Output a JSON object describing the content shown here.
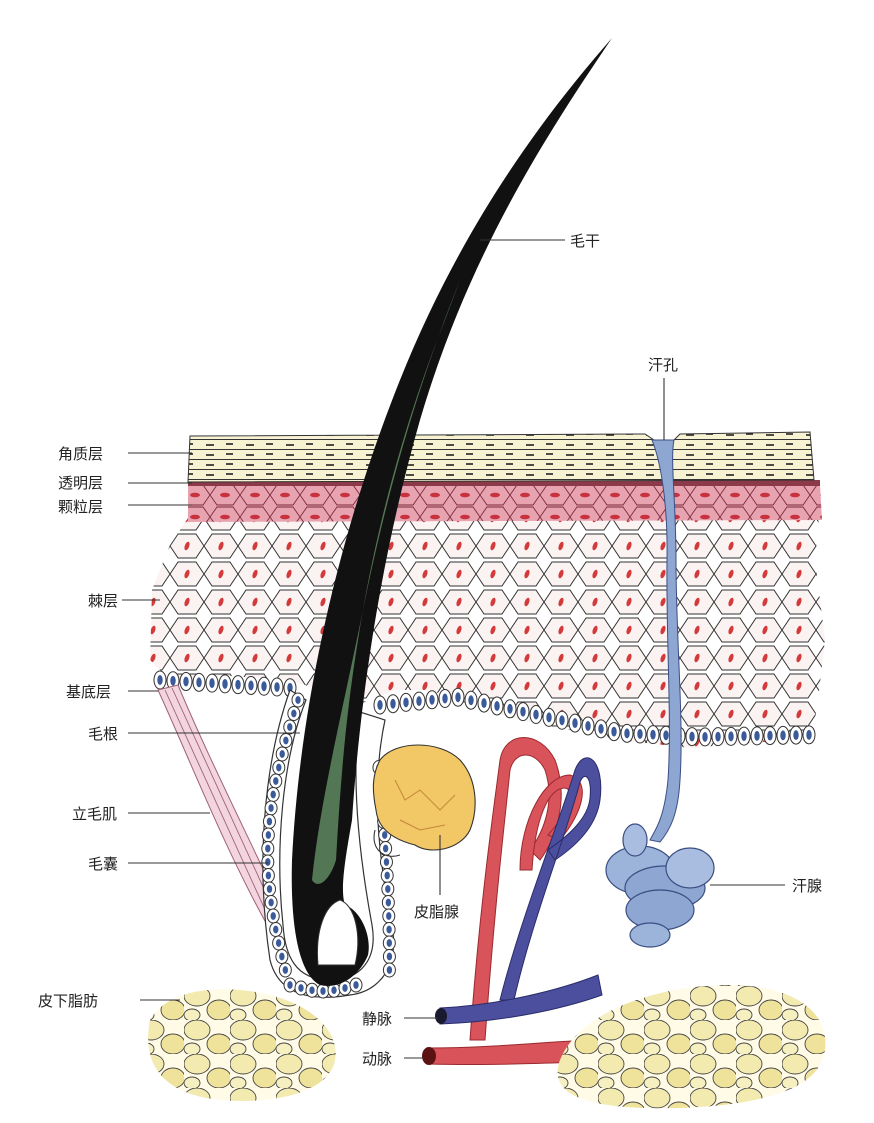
{
  "labels": {
    "hair_shaft": "毛干",
    "sweat_pore": "汗孔",
    "stratum_corneum": "角质层",
    "stratum_lucidum": "透明层",
    "stratum_granulosum": "颗粒层",
    "stratum_spinosum": "棘层",
    "stratum_basale": "基底层",
    "hair_root": "毛根",
    "arrector_pili": "立毛肌",
    "hair_follicle": "毛囊",
    "sebaceous_gland": "皮脂腺",
    "sweat_gland": "汗腺",
    "subcutaneous_fat": "皮下脂肪",
    "vein": "静脉",
    "artery": "动脉"
  },
  "colors": {
    "hair": "#111111",
    "hair_core": "#5f8a62",
    "cornified": "#f3efc8",
    "granular": "#d97f94",
    "spinous_cell_nucleus": "#d43a3a",
    "sweat_duct": "#7f9bc9",
    "artery": "#d9535a",
    "vein": "#4c4f9e",
    "fat": "#efe6a0",
    "sebaceous": "#f2c766"
  }
}
